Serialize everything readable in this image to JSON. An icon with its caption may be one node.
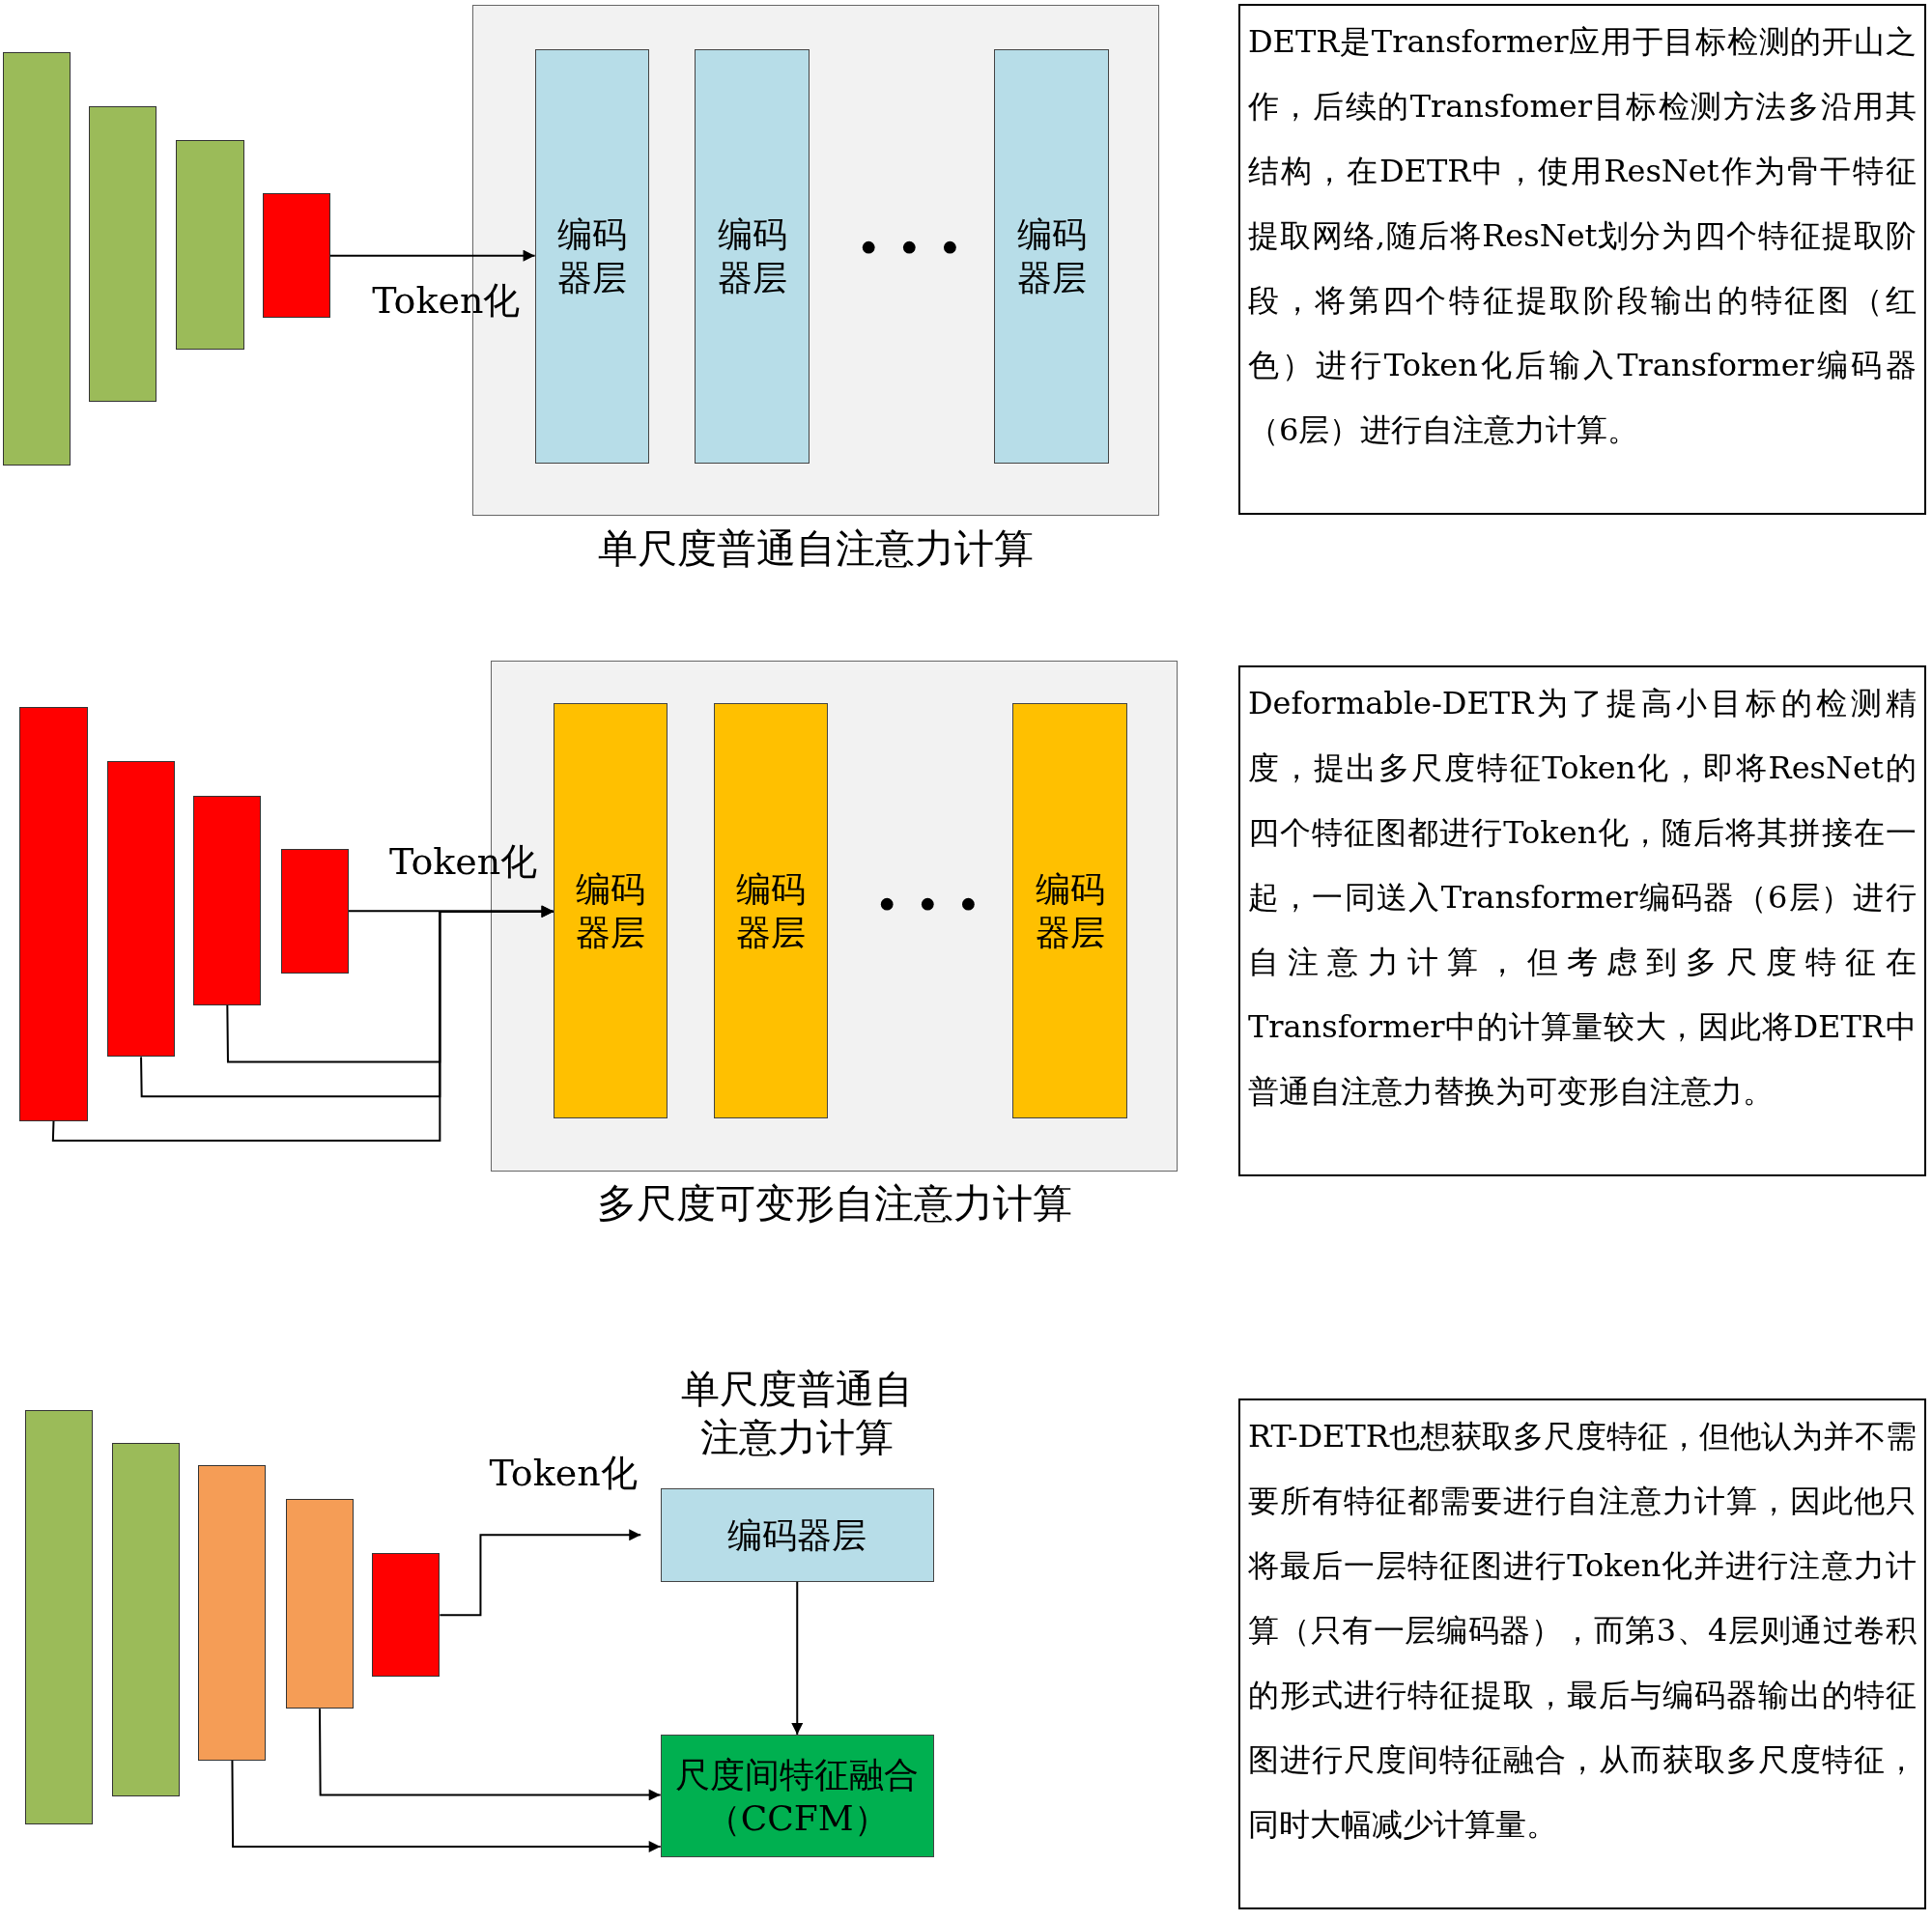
{
  "diagram": {
    "nodes": [
      {
        "text": [],
        "shape": "bar"
      },
      {
        "text": [],
        "shape": "bar"
      },
      {
        "text": [],
        "shape": "bar"
      },
      {
        "text": [],
        "shape": "bar"
      },
      {
        "text": [
          "单尺度普通自注意力计算"
        ]
      },
      {
        "text": [
          "编码器层"
        ],
        "in": 4
      },
      {
        "text": [
          "编码器层"
        ],
        "in": 4
      },
      {
        "text": [
          "编码器层"
        ],
        "in": 4
      },
      {
        "text": [
          "DETR是Transformer应用于目标检测的开山之作，后续的Transfomer目标检测方法多沿用其结构，在DETR中，使用ResNet作为骨干特征提取网络,随后将ResNet划分为四个特征提取阶段，将第四个特征提取阶段输出的特征图（红色）进行Token化后输入Transformer编码器（6层）进行自注意力计算。"
        ]
      },
      {
        "text": [],
        "shape": "bar"
      },
      {
        "text": [],
        "shape": "bar"
      },
      {
        "text": [],
        "shape": "bar"
      },
      {
        "text": [],
        "shape": "bar"
      },
      {
        "text": [
          "多尺度可变形自注意力计算"
        ]
      },
      {
        "text": [
          "编码器层"
        ],
        "in": 13
      },
      {
        "text": [
          "编码器层"
        ],
        "in": 13
      },
      {
        "text": [
          "编码器层"
        ],
        "in": 13
      },
      {
        "text": [
          "Deformable-DETR为了提高小目标的检测精度，提出多尺度特征Token化，即将ResNet的四个特征图都进行Token化，随后将其拼接在一起，一同送入Transformer编码器（6层）进行自注意力计算，但考虑到多尺度特征在Transformer中的计算量较大，因此将DETR中普通自注意力替换为可变形自注意力。"
        ]
      },
      {
        "text": [],
        "shape": "bar"
      },
      {
        "text": [],
        "shape": "bar"
      },
      {
        "text": [],
        "shape": "bar"
      },
      {
        "text": [],
        "shape": "bar"
      },
      {
        "text": [],
        "shape": "bar"
      },
      {
        "text": [
          "单尺度普通自注意力计算",
          "编码器层"
        ]
      },
      {
        "text": [
          "尺度间特征融合（CCFM）"
        ]
      },
      {
        "text": [
          "RT-DETR也想获取多尺度特征，但他认为并不需要所有特征都需要进行自注意力计算，因此他只将最后一层特征图进行Token化并进行注意力计算（只有一层编码器），而第3、4层则通过卷积的形式进行特征提取，最后与编码器输出的特征图进行尺度间特征融合，从而获取多尺度特征，同时大幅减少计算量。"
        ]
      }
    ],
    "edges": [
      {
        "from": 3,
        "to": 5,
        "arrow": "to",
        "label": "Token化"
      },
      {
        "from": 12,
        "to": 14,
        "arrow": "to",
        "label": "Token化"
      },
      {
        "from": 11,
        "to": 14,
        "arrow": "to"
      },
      {
        "from": 10,
        "to": 14,
        "arrow": "to"
      },
      {
        "from": 9,
        "to": 14,
        "arrow": "to"
      },
      {
        "from": 22,
        "to": 23,
        "arrow": "to",
        "label": "Token化"
      },
      {
        "from": 23,
        "to": 24,
        "arrow": "to"
      },
      {
        "from": 21,
        "to": 24,
        "arrow": "to"
      },
      {
        "from": 20,
        "to": 24,
        "arrow": "to"
      }
    ]
  }
}
